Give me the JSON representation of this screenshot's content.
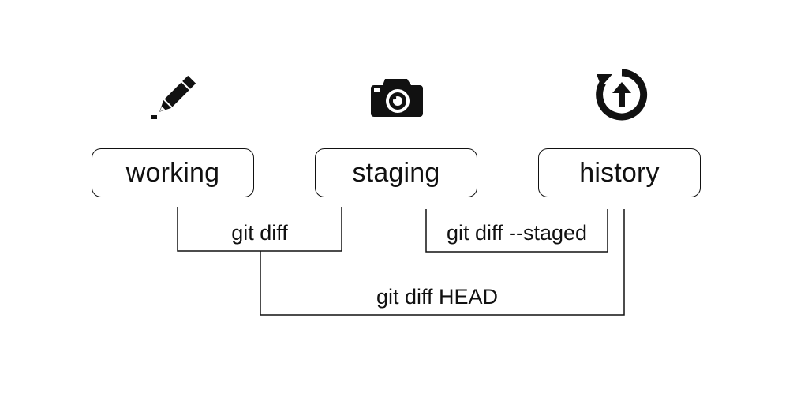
{
  "stages": {
    "working": {
      "label": "working",
      "icon": "pencil-icon"
    },
    "staging": {
      "label": "staging",
      "icon": "camera-icon"
    },
    "history": {
      "label": "history",
      "icon": "history-restore-icon"
    }
  },
  "commands": {
    "git_diff": "git diff",
    "git_diff_staged": "git diff --staged",
    "git_diff_head": "git diff HEAD"
  },
  "colors": {
    "stroke": "#111111",
    "background": "#ffffff"
  }
}
